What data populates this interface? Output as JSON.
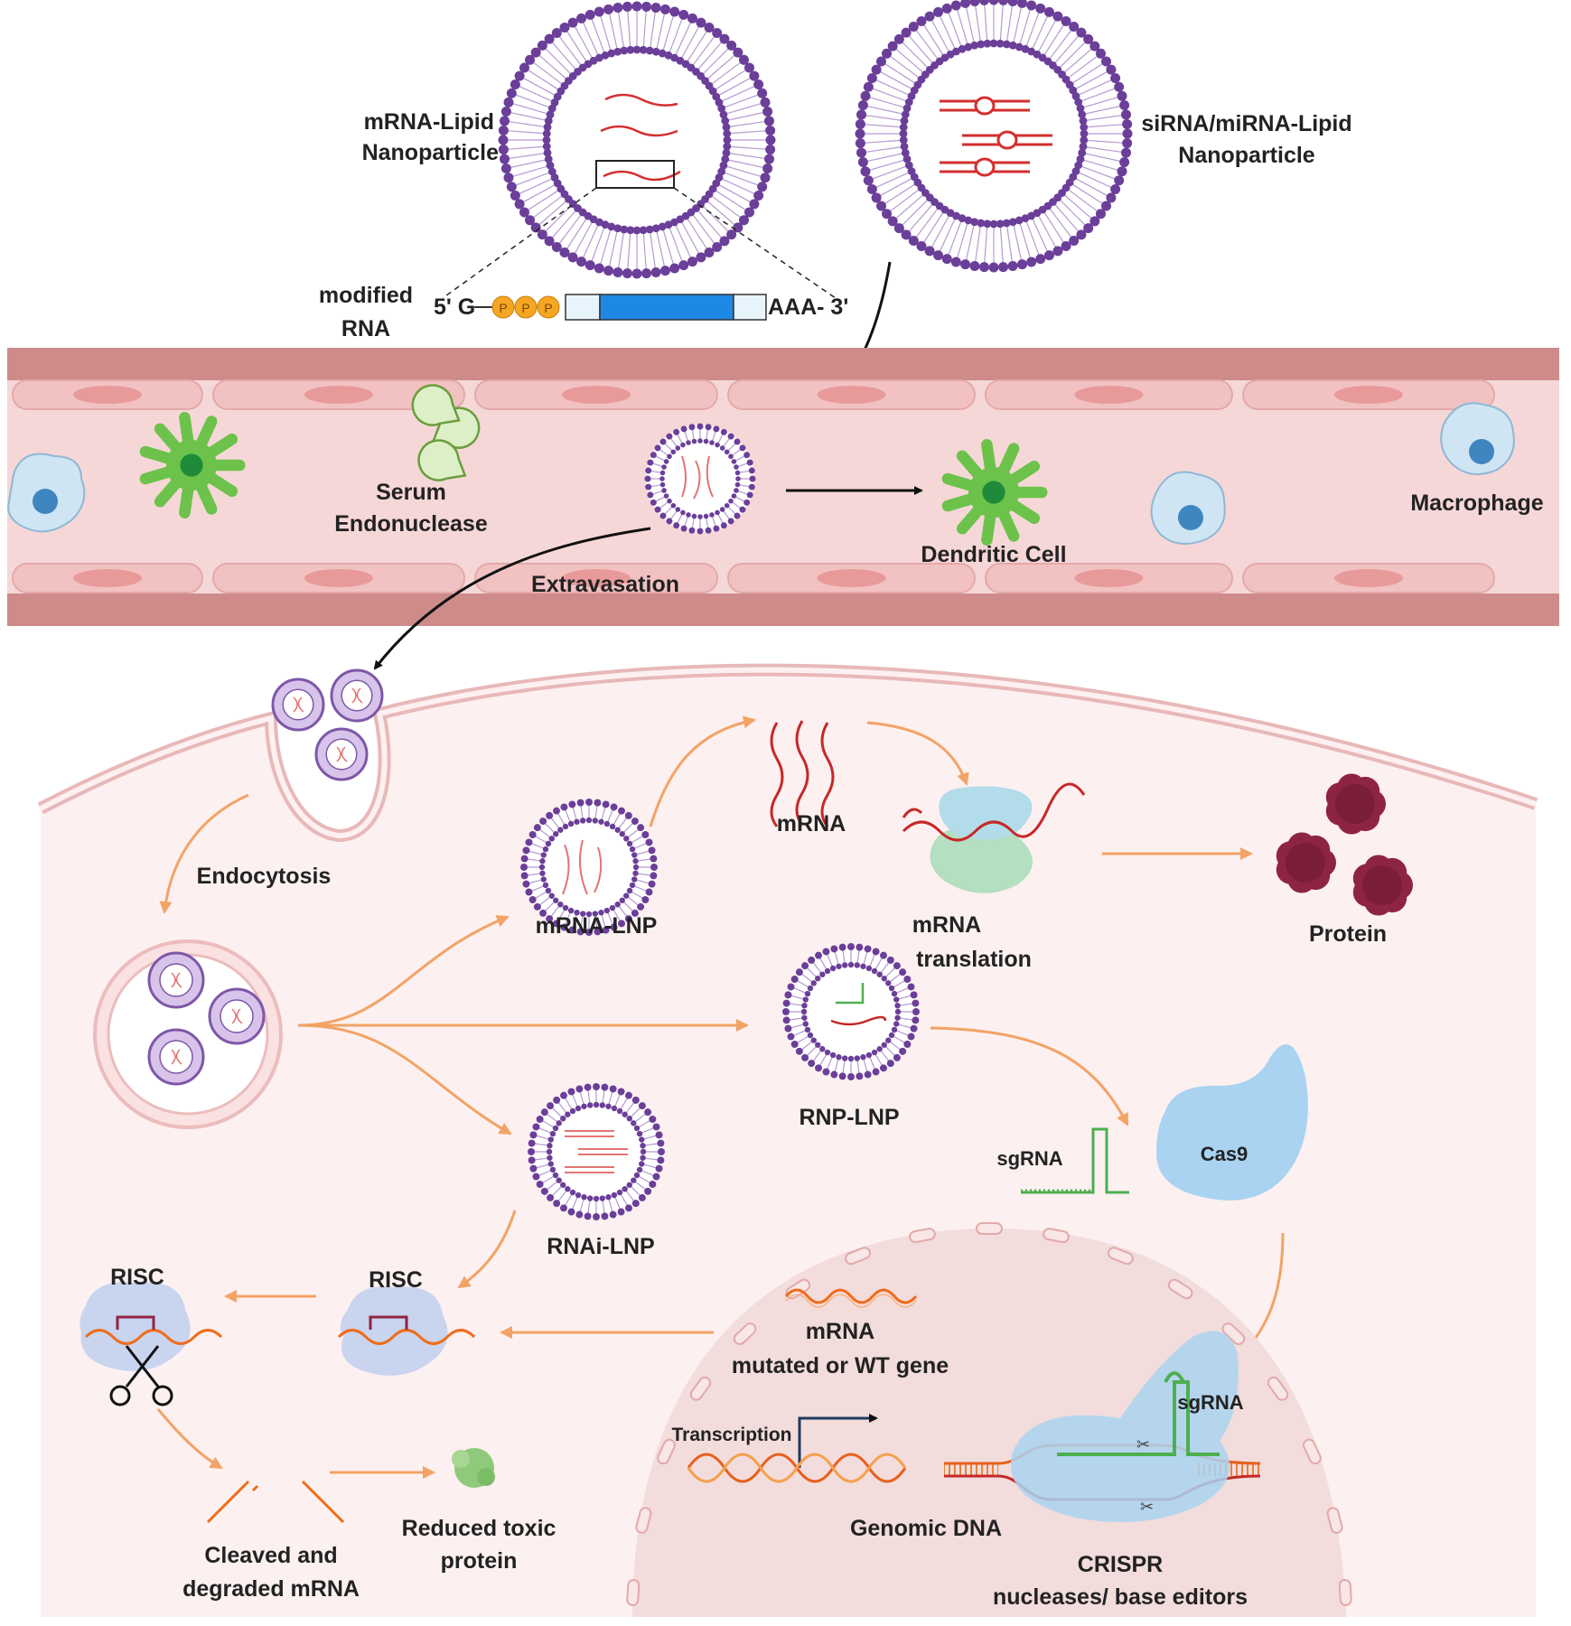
{
  "particles": {
    "mrna_lnp_title": [
      "mRNA-Lipid",
      "Nanoparticle"
    ],
    "sirna_lnp_title": [
      "siRNA/miRNA-Lipid",
      "Nanoparticle"
    ],
    "modified_rna_label": [
      "modified",
      "RNA"
    ],
    "five_prime": "5' G",
    "cap_letter": "P",
    "three_prime": "AAA- 3'"
  },
  "vessel": {
    "serum_endonuclease": [
      "Serum",
      "Endonuclease"
    ],
    "extravasation": "Extravasation",
    "dendritic_cell": "Dendritic Cell",
    "macrophage": "Macrophage"
  },
  "cell": {
    "endocytosis": "Endocytosis",
    "mrna_lnp": "mRNA-LNP",
    "rnp_lnp": "RNP-LNP",
    "rnai_lnp": "RNAi-LNP",
    "mrna": "mRNA",
    "mrna_translation": [
      "mRNA",
      "translation"
    ],
    "protein": "Protein",
    "sgrna": "sgRNA",
    "cas9": "Cas9",
    "risc": "RISC",
    "mrna_gene": [
      "mRNA",
      "mutated or WT gene"
    ],
    "transcription": "Transcription",
    "genomic_dna": "Genomic DNA",
    "crispr": [
      "CRISPR",
      "nucleases/ base editors"
    ],
    "sgrna_nucleus": "sgRNA",
    "cleaved": [
      "Cleaved and",
      "degraded mRNA"
    ],
    "reduced": [
      "Reduced toxic",
      "protein"
    ]
  },
  "colors": {
    "lipid": "#6b3f99",
    "vessel_wall": "#cf8a8a",
    "vessel_lumen": "#f6d7d7",
    "cell_fill": "#fdf0f0",
    "arrow_orange": "#f2a366",
    "mrna_red": "#c62828",
    "sgrna_green": "#4caf50",
    "cas9_blue": "#a9d3f0",
    "protein_maroon": "#8e2443"
  }
}
